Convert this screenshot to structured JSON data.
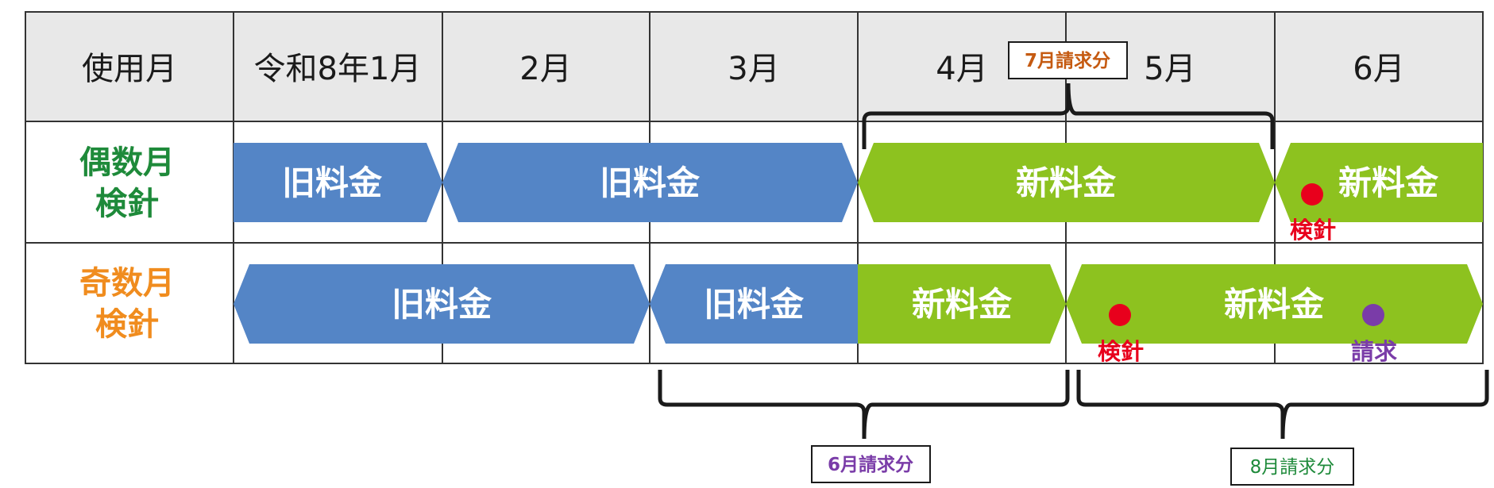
{
  "header": {
    "row_title": "使用月",
    "months": [
      "令和8年1月",
      "2月",
      "3月",
      "4月",
      "5月",
      "6月"
    ]
  },
  "rows": [
    {
      "label_line1": "偶数月",
      "label_line2": "検針",
      "label_color": "#1e8a3a"
    },
    {
      "label_line1": "奇数月",
      "label_line2": "検針",
      "label_color": "#f08c1e"
    }
  ],
  "bands": {
    "old_label": "旧料金",
    "new_label": "新料金",
    "old_color": "#5485c6",
    "new_color": "#8dc21f"
  },
  "markers": {
    "reading_label": "検針",
    "billing_label": "請求",
    "reading_color": "#e8001c",
    "billing_color": "#7a3ca8"
  },
  "billing_periods": [
    {
      "label": "7月請求分",
      "color": "#c55a11"
    },
    {
      "label": "6月請求分",
      "color": "#7a3ca8"
    },
    {
      "label": "8月請求分",
      "color": "#1e8a3a"
    }
  ]
}
